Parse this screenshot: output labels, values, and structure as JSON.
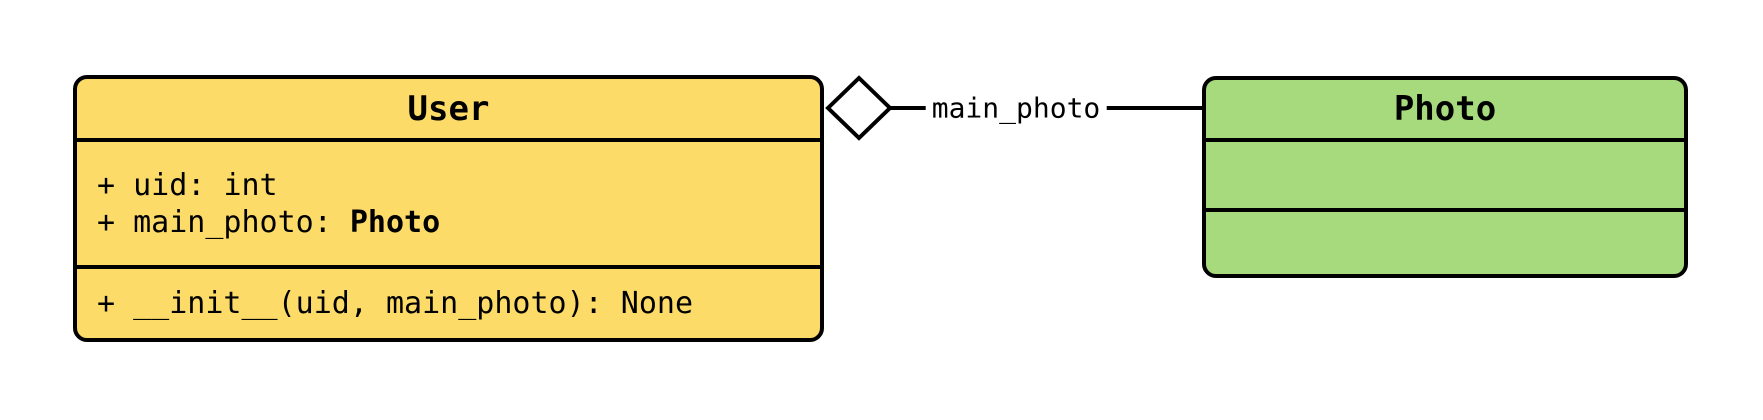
{
  "diagram": {
    "background_color": "#ffffff",
    "stroke_color": "#000000"
  },
  "classes": [
    {
      "name": "User",
      "fill_color": "#fcdb68",
      "attributes": [
        {
          "prefix": "+ uid: ",
          "type": "int"
        },
        {
          "prefix": "+ main_photo: ",
          "type": "Photo"
        }
      ],
      "methods": [
        "+ __init__(uid, main_photo): None"
      ]
    },
    {
      "name": "Photo",
      "fill_color": "#a6da7c",
      "attributes": [],
      "methods": []
    }
  ],
  "relationship": {
    "type": "aggregation",
    "label": "main_photo",
    "diamond_fill": "#ffffff"
  }
}
